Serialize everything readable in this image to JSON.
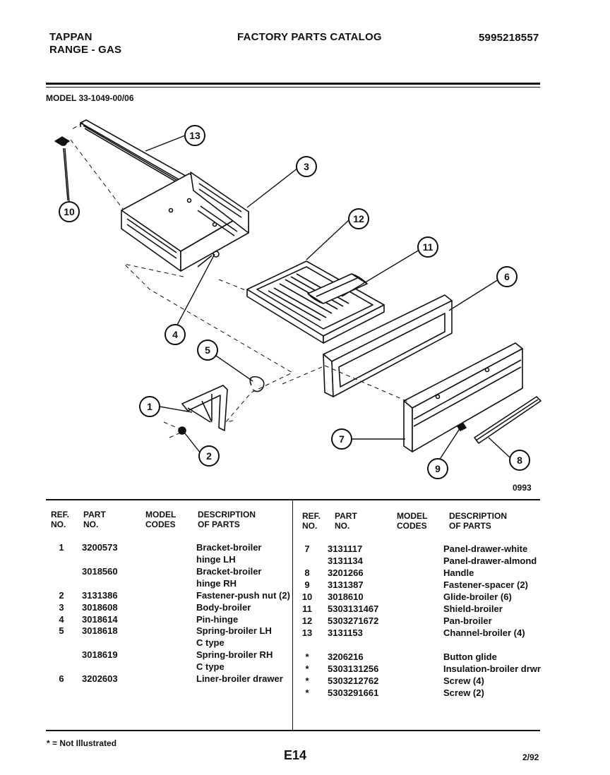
{
  "header": {
    "brand": "TAPPAN",
    "product": "RANGE - GAS",
    "title": "FACTORY PARTS CATALOG",
    "catalog_no": "5995218557",
    "model": "MODEL 33-1049-00/06"
  },
  "diagram": {
    "code": "0993",
    "callouts": [
      "13",
      "3",
      "10",
      "12",
      "11",
      "6",
      "4",
      "5",
      "1",
      "2",
      "7",
      "9",
      "8"
    ]
  },
  "table": {
    "headers": {
      "ref": "REF.\nNO.",
      "part": "PART\nNO.",
      "model": "MODEL\nCODES",
      "desc": "DESCRIPTION\nOF PARTS"
    },
    "left_rows": [
      {
        "ref": "1",
        "part": "3200573",
        "desc": "Bracket-broiler",
        "desc2": "hinge LH"
      },
      {
        "ref": "",
        "part": "3018560",
        "desc": "Bracket-broiler",
        "desc2": "hinge RH"
      },
      {
        "ref": "2",
        "part": "3131386",
        "desc": "Fastener-push nut (2)",
        "desc2": ""
      },
      {
        "ref": "3",
        "part": "3018608",
        "desc": "Body-broiler",
        "desc2": ""
      },
      {
        "ref": "4",
        "part": "3018614",
        "desc": "Pin-hinge",
        "desc2": ""
      },
      {
        "ref": "5",
        "part": "3018618",
        "desc": "Spring-broiler LH",
        "desc2": "C type"
      },
      {
        "ref": "",
        "part": "3018619",
        "desc": "Spring-broiler RH",
        "desc2": "C type"
      },
      {
        "ref": "6",
        "part": "3202603",
        "desc": "Liner-broiler drawer",
        "desc2": ""
      }
    ],
    "right_rows": [
      {
        "ref": "7",
        "part": "3131117",
        "desc": "Panel-drawer-white"
      },
      {
        "ref": "",
        "part": "3131134",
        "desc": "Panel-drawer-almond"
      },
      {
        "ref": "8",
        "part": "3201266",
        "desc": "Handle"
      },
      {
        "ref": "9",
        "part": "3131387",
        "desc": "Fastener-spacer (2)"
      },
      {
        "ref": "10",
        "part": "3018610",
        "desc": "Glide-broiler (6)"
      },
      {
        "ref": "11",
        "part": "5303131467",
        "desc": "Shield-broiler"
      },
      {
        "ref": "12",
        "part": "5303271672",
        "desc": "Pan-broiler"
      },
      {
        "ref": "13",
        "part": "3131153",
        "desc": "Channel-broiler (4)"
      },
      {
        "ref": "*",
        "part": "3206216",
        "desc": "Button glide"
      },
      {
        "ref": "*",
        "part": "5303131256",
        "desc": "Insulation-broiler drwr"
      },
      {
        "ref": "*",
        "part": "5303212762",
        "desc": "Screw (4)"
      },
      {
        "ref": "*",
        "part": "5303291661",
        "desc": "Screw (2)"
      }
    ]
  },
  "footer": {
    "note": "* = Not Illustrated",
    "page": "E14",
    "date": "2/92"
  }
}
